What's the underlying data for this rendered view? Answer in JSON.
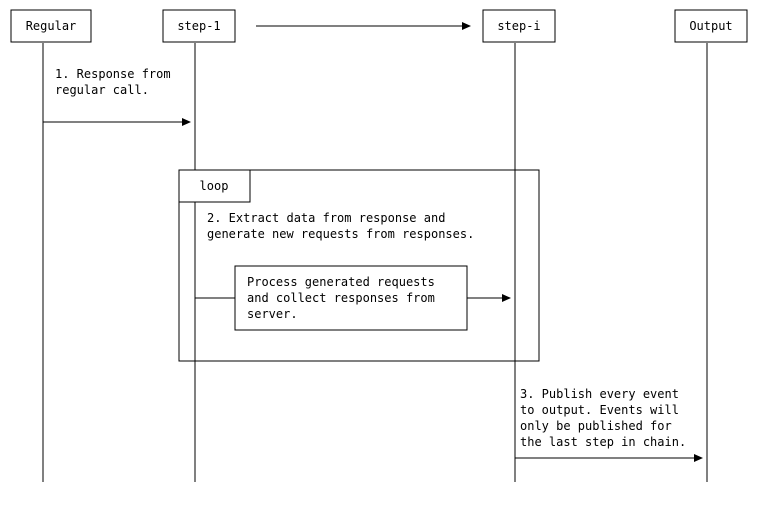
{
  "participants": {
    "regular": "Regular",
    "step1": "step-1",
    "stepi": "step-i",
    "output": "Output"
  },
  "messages": {
    "m1": [
      "1. Response from",
      "regular call."
    ],
    "m2": [
      "2. Extract data from response and",
      "generate new requests from responses."
    ],
    "m3": [
      "3. Publish every event",
      "to output. Events will",
      "only be published for",
      "the last step in chain."
    ]
  },
  "loop": {
    "label": "loop"
  },
  "process_note": [
    "Process generated requests",
    "and collect responses from",
    "server."
  ]
}
